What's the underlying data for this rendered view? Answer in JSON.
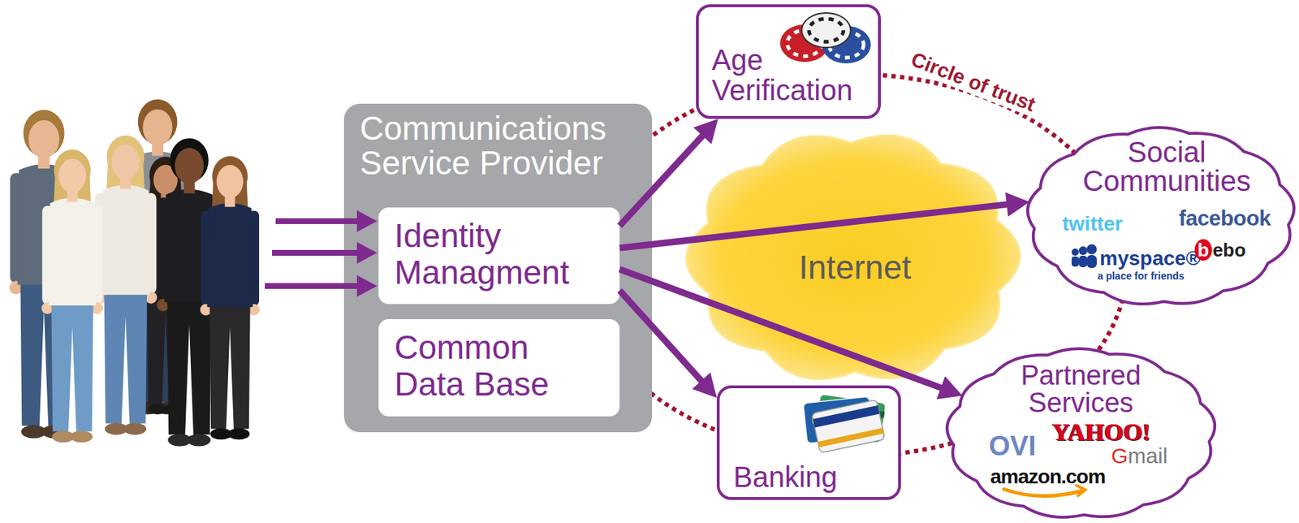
{
  "diagram": {
    "nodes": [
      {
        "text": [
          "Communications Service Provider"
        ]
      },
      {
        "text": [
          "Identity Managment"
        ],
        "in": 0
      },
      {
        "text": [
          "Common Data Base"
        ],
        "in": 0
      },
      {
        "text": [
          "Age Verification"
        ]
      },
      {
        "text": [
          "Internet"
        ]
      },
      {
        "text": [
          "Social Communities",
          "twitter",
          "facebook",
          "myspace®",
          "a place for friends",
          "bebo"
        ]
      },
      {
        "text": [
          "Banking"
        ]
      },
      {
        "text": [
          "Partnered Services",
          "OVI",
          "YAHOO!",
          "Gmail",
          "amazon.com"
        ]
      }
    ],
    "edges": [
      {
        "from": 1,
        "to": 3,
        "arrow": "to"
      },
      {
        "from": 1,
        "to": 5,
        "arrow": "to"
      },
      {
        "from": 1,
        "to": 7,
        "arrow": "to"
      },
      {
        "from": 1,
        "to": 6,
        "arrow": "to"
      }
    ],
    "labels": [
      "Circle of trust"
    ]
  }
}
